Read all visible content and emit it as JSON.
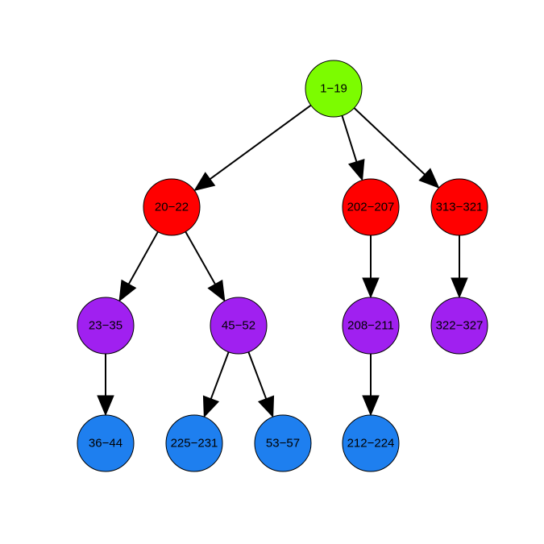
{
  "colors": {
    "level_0": "#7cfc00",
    "level_1": "#ff0000",
    "level_2": "#a020f0",
    "level_3": "#1e7fef",
    "edge": "#000000",
    "background": "#ffffff"
  },
  "tree": {
    "nodes": [
      {
        "id": "n1",
        "label": "1−19",
        "level": 0
      },
      {
        "id": "n20",
        "label": "20−22",
        "level": 1
      },
      {
        "id": "n202",
        "label": "202−207",
        "level": 1
      },
      {
        "id": "n313",
        "label": "313−321",
        "level": 1
      },
      {
        "id": "n23",
        "label": "23−35",
        "level": 2
      },
      {
        "id": "n45",
        "label": "45−52",
        "level": 2
      },
      {
        "id": "n208",
        "label": "208−211",
        "level": 2
      },
      {
        "id": "n322",
        "label": "322−327",
        "level": 2
      },
      {
        "id": "n36",
        "label": "36−44",
        "level": 3
      },
      {
        "id": "n225",
        "label": "225−231",
        "level": 3
      },
      {
        "id": "n53",
        "label": "53−57",
        "level": 3
      },
      {
        "id": "n212",
        "label": "212−224",
        "level": 3
      }
    ],
    "edges": [
      {
        "from": "n1",
        "to": "n20"
      },
      {
        "from": "n1",
        "to": "n202"
      },
      {
        "from": "n1",
        "to": "n313"
      },
      {
        "from": "n20",
        "to": "n23"
      },
      {
        "from": "n20",
        "to": "n45"
      },
      {
        "from": "n202",
        "to": "n208"
      },
      {
        "from": "n313",
        "to": "n322"
      },
      {
        "from": "n23",
        "to": "n36"
      },
      {
        "from": "n45",
        "to": "n225"
      },
      {
        "from": "n45",
        "to": "n53"
      },
      {
        "from": "n208",
        "to": "n212"
      }
    ]
  }
}
